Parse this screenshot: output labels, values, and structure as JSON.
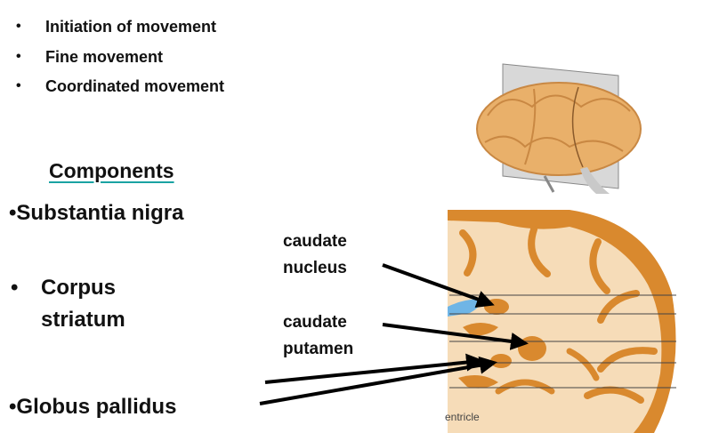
{
  "intro_bullets": [
    {
      "marker": "•",
      "text": "Initiation of movement"
    },
    {
      "marker": "•",
      "text": "Fine movement"
    },
    {
      "marker": "•",
      "text": "Coordinated movement"
    }
  ],
  "components_heading": "Components",
  "components": {
    "substantia_nigra": "•Substantia nigra",
    "corpus_marker": "•",
    "corpus_line1": "Corpus",
    "corpus_line2": "striatum",
    "globus_pallidus": "•Globus pallidus"
  },
  "labels": {
    "caudate_line1": "caudate",
    "caudate_line2": "nucleus",
    "putamen_line1": "caudate",
    "putamen_line2": "putamen"
  },
  "footer_fragment": "entricle",
  "colors": {
    "brain_fill": "#e9b06a",
    "brain_shadow": "#c98843",
    "white_matter": "#f6dcb8",
    "cortex": "#d9892e",
    "ventricle_blue": "#6fb5e6",
    "arrow": "#000000",
    "heading_underline": "#1aa3a3"
  }
}
